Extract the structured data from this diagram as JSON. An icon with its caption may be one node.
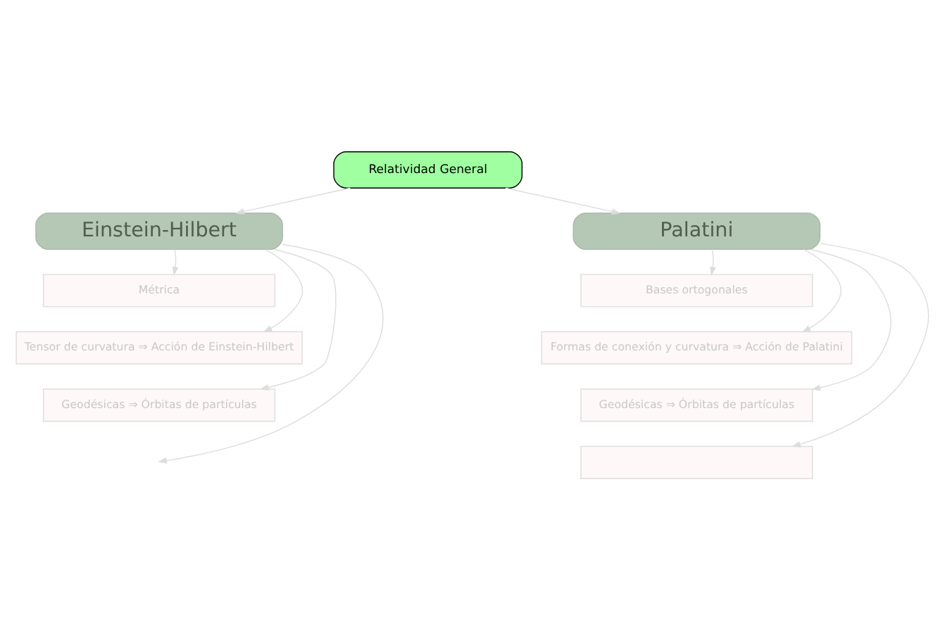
{
  "diagram": {
    "nodes": [
      {
        "text": [
          "Relatividad General"
        ]
      },
      {
        "text": [
          "Einstein-Hilbert"
        ]
      },
      {
        "text": [
          "Palatini"
        ]
      },
      {
        "text": [
          "Métrica"
        ]
      },
      {
        "text": [
          "Tensor de curvatura ⇒ Acción de Einstein-Hilbert"
        ]
      },
      {
        "text": [
          "Geodésicas ⇒ Órbitas de partículas"
        ]
      },
      {
        "text": [
          "Bases ortogonales"
        ]
      },
      {
        "text": [
          "Formas de conexión y curvatura ⇒ Acción de Palatini"
        ]
      },
      {
        "text": [
          "Geodésicas ⇒ Órbitas de partículas"
        ]
      },
      {
        "text": [],
        "shape": "box"
      }
    ],
    "edges": [
      {
        "from": 0,
        "to": 1,
        "arrow": "to"
      },
      {
        "from": 0,
        "to": 2,
        "arrow": "to"
      },
      {
        "from": 1,
        "to": 3,
        "arrow": "to"
      },
      {
        "from": 1,
        "to": 4,
        "arrow": "to"
      },
      {
        "from": 1,
        "to": 5,
        "arrow": "to"
      },
      {
        "from": 1,
        "to": null,
        "arrow": "to"
      },
      {
        "from": 2,
        "to": 6,
        "arrow": "to"
      },
      {
        "from": 2,
        "to": 7,
        "arrow": "to"
      },
      {
        "from": 2,
        "to": 8,
        "arrow": "to"
      },
      {
        "from": 2,
        "to": 9,
        "arrow": "to"
      }
    ]
  }
}
